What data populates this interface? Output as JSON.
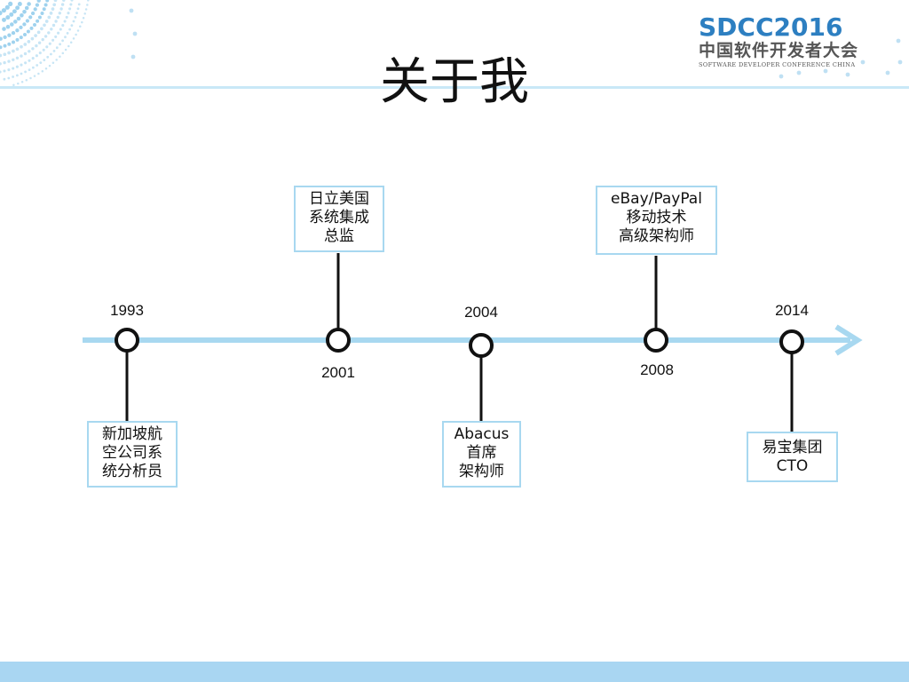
{
  "title": "关于我",
  "branding": {
    "logo_main": "SDCC",
    "logo_year": "2016",
    "logo_cn": "中国软件开发者大会",
    "logo_en": "SOFTWARE DEVELOPER CONFERENCE CHINA"
  },
  "colors": {
    "timeline": "#a8d8f0",
    "marker": "#111111",
    "accent_blue": "#2d7fc1"
  },
  "timeline": {
    "milestones": [
      {
        "year": "1993",
        "label": "新加坡航\n空公司系\n统分析员"
      },
      {
        "year": "2001",
        "label": "日立美国\n系统集成\n总监"
      },
      {
        "year": "2004",
        "label": "Abacus\n首席\n架构师"
      },
      {
        "year": "2008",
        "label": "eBay/PayPal\n移动技术\n高级架构师"
      },
      {
        "year": "2014",
        "label": "易宝集团\nCTO"
      }
    ]
  }
}
